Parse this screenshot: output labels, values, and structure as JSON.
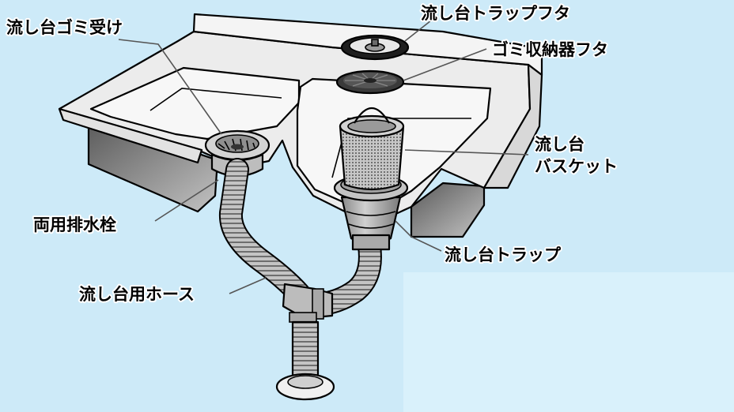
{
  "colors": {
    "background": "#cdeaf8",
    "background_light": "#d9f1fb",
    "counter": "#ececec",
    "metal_dark": "#8c8c8c",
    "hose": "#bdbdbd"
  },
  "labels": {
    "sink_strainer": "流し台ゴミ受け",
    "trap_lid": "流し台トラップフタ",
    "trash_container_lid": "ゴミ収納器フタ",
    "sink_basket_line1": "流し台",
    "sink_basket_line2": "バスケット",
    "dual_drain_plug": "両用排水栓",
    "sink_trap": "流し台トラップ",
    "sink_hose": "流し台用ホース"
  }
}
